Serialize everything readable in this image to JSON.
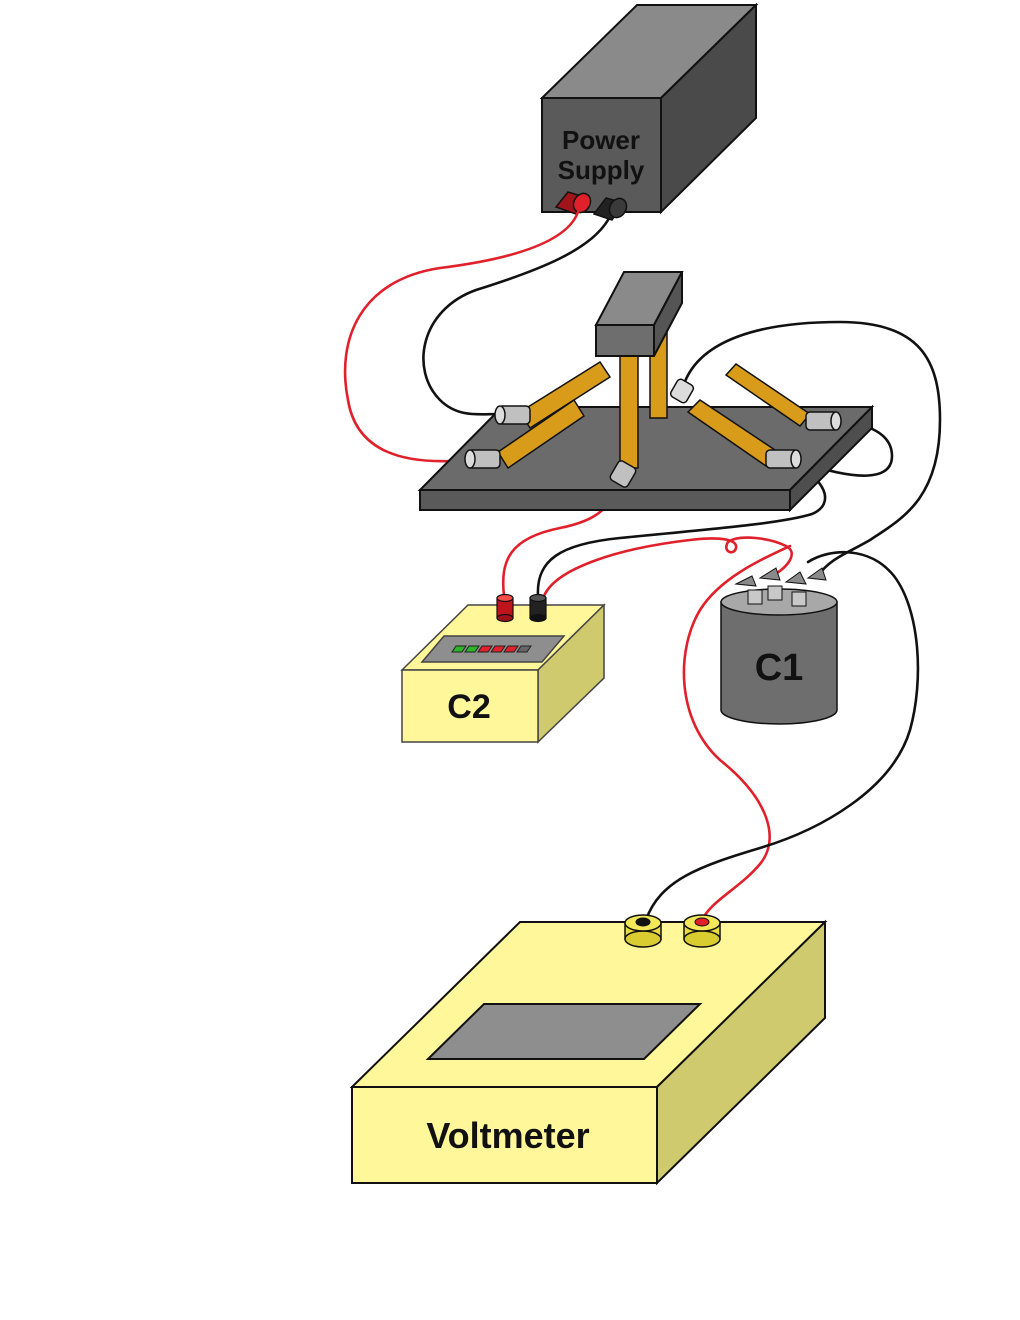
{
  "labels": {
    "power_supply_line1": "Power",
    "power_supply_line2": "Supply",
    "c1": "C1",
    "c2": "C2",
    "voltmeter": "Voltmeter"
  },
  "colors": {
    "wire_red": "#e0202a",
    "wire_black": "#111111",
    "power_supply_front": "#5a5a5a",
    "power_supply_side": "#4a4a4a",
    "power_supply_top": "#8a8a8a",
    "board": "#6b6b6b",
    "electrode": "#d89b1a",
    "c1_body": "#6e6e6e",
    "c1_top": "#a8a8a8",
    "meter_yellow": "#fff79a",
    "meter_yellow_side": "#cfca6e",
    "display_gray": "#8e8e8e",
    "terminal_yellow": "#f3e85a"
  }
}
